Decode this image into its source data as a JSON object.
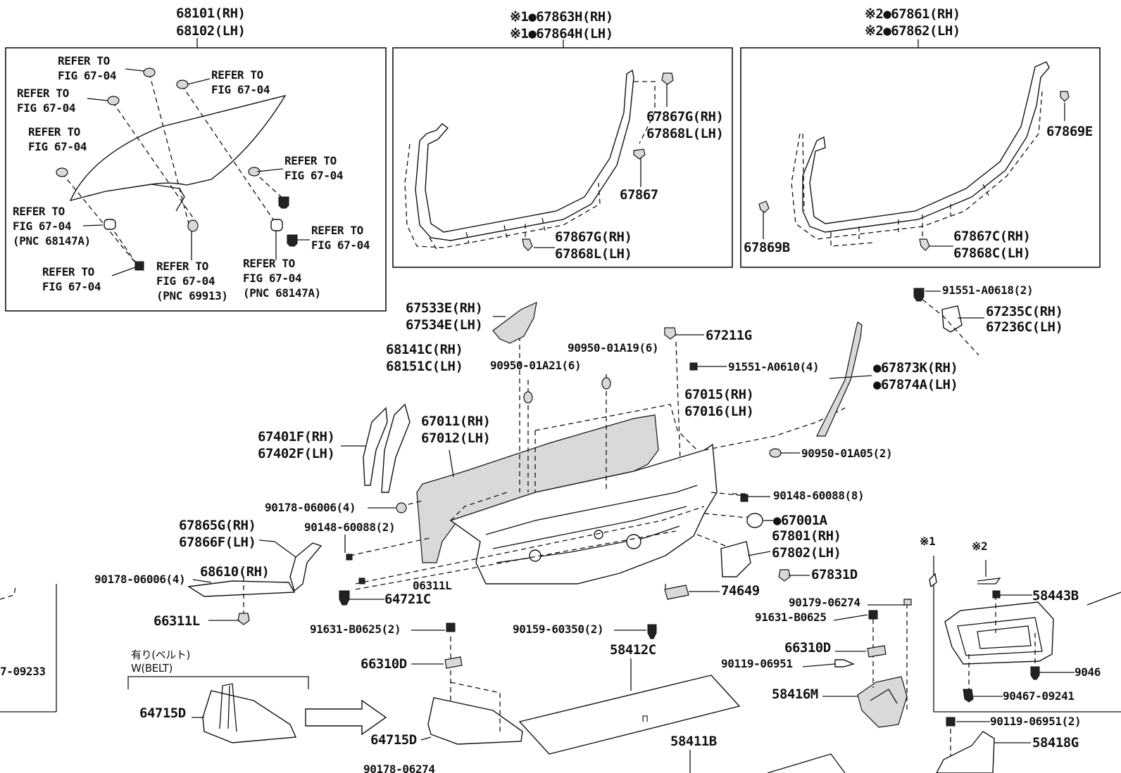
{
  "callouts": {
    "rr_glass_rh": "68101(RH)",
    "rr_glass_lh": "68102(LH)",
    "refer_to": "REFER TO",
    "fig": "FIG 67-04",
    "pnc_68147a": "(PNC 68147A)",
    "pnc_69913": "(PNC 69913)",
    "ws1_rh": "※1●67863H(RH)",
    "ws1_lh": "※1●67864H(LH)",
    "ws2_rh": "※2●67861(RH)",
    "ws2_lh": "※2●67862(LH)",
    "p67867g_rh": "67867G(RH)",
    "p67868l_lh": "67868L(LH)",
    "p67867": "67867",
    "p67869e": "67869E",
    "p67869b": "67869B",
    "p67867c_rh": "67867C(RH)",
    "p67868c_lh": "67868C(LH)",
    "p91551_a0618": "91551-A0618(2)",
    "p67235c_rh": "67235C(RH)",
    "p67236c_lh": "67236C(LH)",
    "p67533e_rh": "67533E(RH)",
    "p67534e_lh": "67534E(LH)",
    "p67211g": "67211G",
    "p90950_01a19": "90950-01A19(6)",
    "p91551_a0610": "91551-A0610(4)",
    "p67873k_rh": "●67873K(RH)",
    "p67874a_lh": "●67874A(LH)",
    "p68141c_rh": "68141C(RH)",
    "p68151c_lh": "68151C(LH)",
    "p90950_01a21": "90950-01A21(6)",
    "p67015_rh": "67015(RH)",
    "p67016_lh": "67016(LH)",
    "p67011_rh": "67011(RH)",
    "p67012_lh": "67012(LH)",
    "p67401f_rh": "67401F(RH)",
    "p67402f_lh": "67402F(LH)",
    "p90950_01a05": "90950-01A05(2)",
    "p90148_60088_8": "90148-60088(8)",
    "p90178_06006_4a": "90178-06006(4)",
    "p67001a": "●67001A",
    "p67865g_rh": "67865G(RH)",
    "p67866f_lh": "67866F(LH)",
    "p90148_60088_2": "90148-60088(2)",
    "p67801_rh": "67801(RH)",
    "p67802_lh": "67802(LH)",
    "p90178_06006_4b": "90178-06006(4)",
    "p68610_rh": "68610(RH)",
    "p67831d": "67831D",
    "p74649": "74649",
    "p64721c": "64721C",
    "p66311l": "66311L",
    "p91631_b0625_2": "91631-B0625(2)",
    "p90159_60350": "90159-60350(2)",
    "p58412c": "58412C",
    "p90179_06274": "90179-06274",
    "p91631_b0625": "91631-B0625",
    "p66310d_a": "66310D",
    "p66310d_b": "66310D",
    "p90119_06951": "90119-06951",
    "p58416m": "58416M",
    "p64715d_a": "64715D",
    "p64715d_b": "64715D",
    "p58411b": "58411B",
    "p58443b": "58443B",
    "p9046": "9046",
    "p90467_09241": "90467-09241",
    "p90119_06951_2": "90119-06951(2)",
    "p58418g": "58418G",
    "note1": "※1",
    "note2": "※2",
    "edge_09233": "7-09233",
    "belt_jp": "有り(ベルト)",
    "belt_en": "W(BELT)",
    "cut_bottom": "90178-06274",
    "cut_mid": "06311L"
  }
}
